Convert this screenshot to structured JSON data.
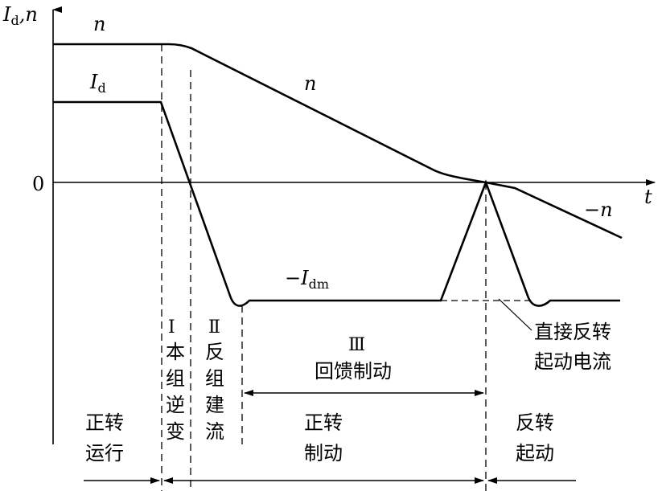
{
  "axes": {
    "y_label_I": "I",
    "y_label_I_sub": "d",
    "y_label_sep": ",n",
    "x_label": "t",
    "zero": "0"
  },
  "curves": {
    "n_top": "n",
    "n_mid": "n",
    "Id_main": "I",
    "Id_sub": "d",
    "neg_n": "−n",
    "neg_Idm_main": "−I",
    "neg_Idm_sub": "dm"
  },
  "stages": {
    "stage1_numeral": "Ⅰ",
    "stage1_chars": [
      "本",
      "组",
      "逆",
      "变"
    ],
    "stage2_numeral": "Ⅱ",
    "stage2_chars": [
      "反",
      "组",
      "建",
      "流"
    ],
    "stage3_numeral": "Ⅲ",
    "stage3_label": "回馈制动"
  },
  "annotation": {
    "line1": "直接反转",
    "line2": "起动电流"
  },
  "phases": {
    "forward_run_1": "正转",
    "forward_run_2": "运行",
    "forward_brake_1": "正转",
    "forward_brake_2": "制动",
    "reverse_start_1": "反转",
    "reverse_start_2": "起动"
  }
}
